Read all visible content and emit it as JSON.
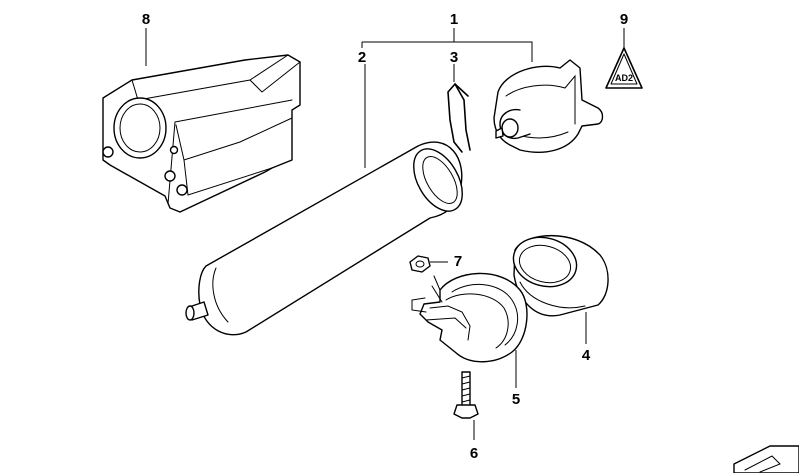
{
  "diagram": {
    "callouts": [
      {
        "id": "1",
        "text": "1"
      },
      {
        "id": "2",
        "text": "2"
      },
      {
        "id": "3",
        "text": "3"
      },
      {
        "id": "4",
        "text": "4"
      },
      {
        "id": "5",
        "text": "5"
      },
      {
        "id": "6",
        "text": "6"
      },
      {
        "id": "7",
        "text": "7"
      },
      {
        "id": "8",
        "text": "8"
      },
      {
        "id": "9",
        "text": "9"
      }
    ],
    "parts": {
      "filter_housing_bracket": "8",
      "fuel_filter": "2",
      "retaining_clip": "3",
      "pressure_regulator": "1",
      "warning_symbol": "9",
      "rubber_sleeve": "4",
      "filter_clamp": "5",
      "screw": "6",
      "nut": "7"
    }
  }
}
